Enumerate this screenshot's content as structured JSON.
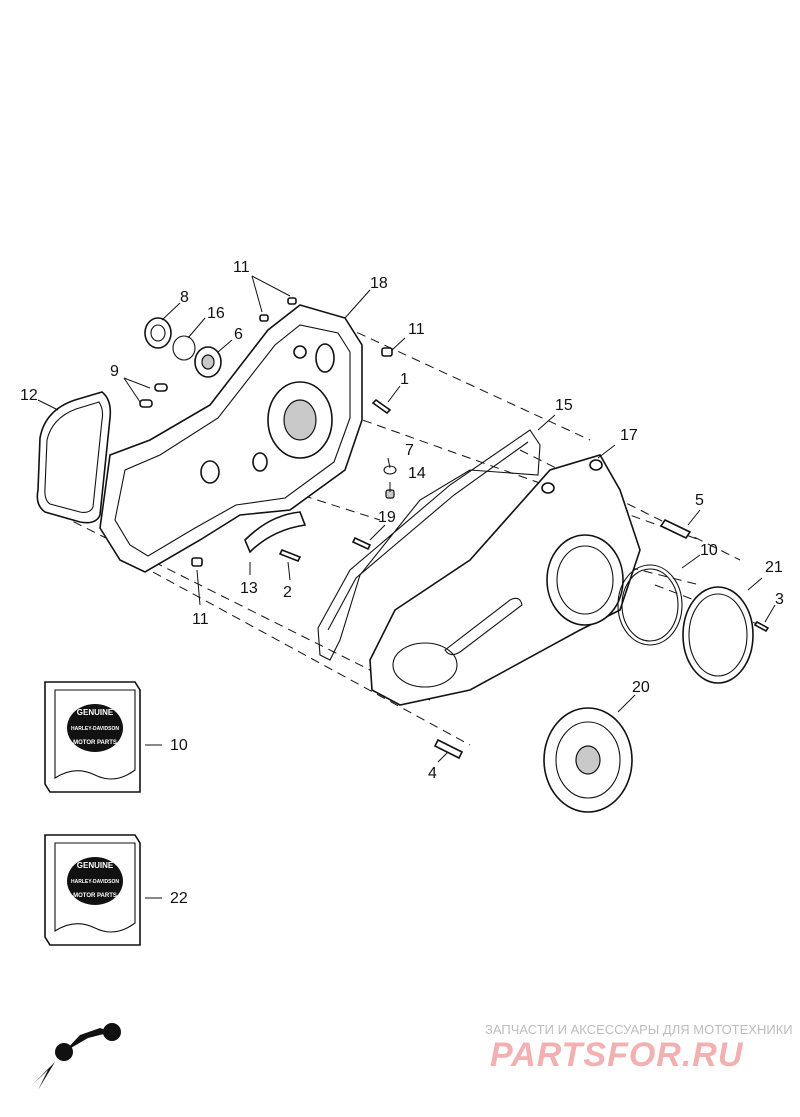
{
  "callouts": {
    "c11a": "11",
    "c18": "18",
    "c8": "8",
    "c16": "16",
    "c6": "6",
    "c11b": "11",
    "c1": "1",
    "c9": "9",
    "c12": "12",
    "c15": "15",
    "c17": "17",
    "c7": "7",
    "c14": "14",
    "c19": "19",
    "c5": "5",
    "c10a": "10",
    "c21": "21",
    "c3": "3",
    "c13": "13",
    "c2": "2",
    "c11c": "11",
    "c20": "20",
    "c10b": "10",
    "c4": "4",
    "c22": "22"
  },
  "package_box": {
    "brand_word": "GENUINE",
    "brand_name": "HARLEY-DAVIDSON",
    "brand_sub": "MOTOR PARTS"
  },
  "watermark": {
    "tagline": "ЗАПЧАСТИ И АКСЕССУАРЫ ДЛЯ МОТОТЕХНИКИ",
    "site": "PARTSFOR.RU",
    "color": "#e53935"
  }
}
